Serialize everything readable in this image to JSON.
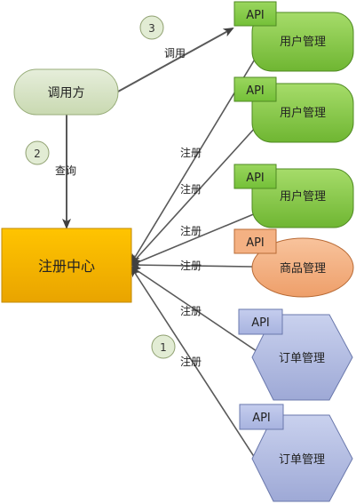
{
  "caller": {
    "label": "调用方"
  },
  "registry": {
    "label": "注册中心"
  },
  "steps": [
    {
      "number": "1",
      "label": "注册"
    },
    {
      "number": "2",
      "label": "查询"
    },
    {
      "number": "3",
      "label": "调用"
    }
  ],
  "edge_labels": {
    "call": "调用",
    "query": "查询",
    "register": [
      "注册",
      "注册",
      "注册",
      "注册",
      "注册",
      "注册"
    ]
  },
  "services": [
    {
      "api": "API",
      "name": "用户管理",
      "shape": "rounded-rect",
      "color": "#8fd14f"
    },
    {
      "api": "API",
      "name": "用户管理",
      "shape": "rounded-rect",
      "color": "#8fd14f"
    },
    {
      "api": "API",
      "name": "用户管理",
      "shape": "rounded-rect",
      "color": "#8fd14f"
    },
    {
      "api": "API",
      "name": "商品管理",
      "shape": "ellipse",
      "color": "#f4b183"
    },
    {
      "api": "API",
      "name": "订单管理",
      "shape": "hexagon",
      "color": "#b4c0e4"
    },
    {
      "api": "API",
      "name": "订单管理",
      "shape": "hexagon",
      "color": "#b4c0e4"
    }
  ],
  "colors": {
    "registry": "#f5b400",
    "caller": "#d8e5c4",
    "step_badge": "#e2ecd4",
    "arrow": "#595959"
  }
}
